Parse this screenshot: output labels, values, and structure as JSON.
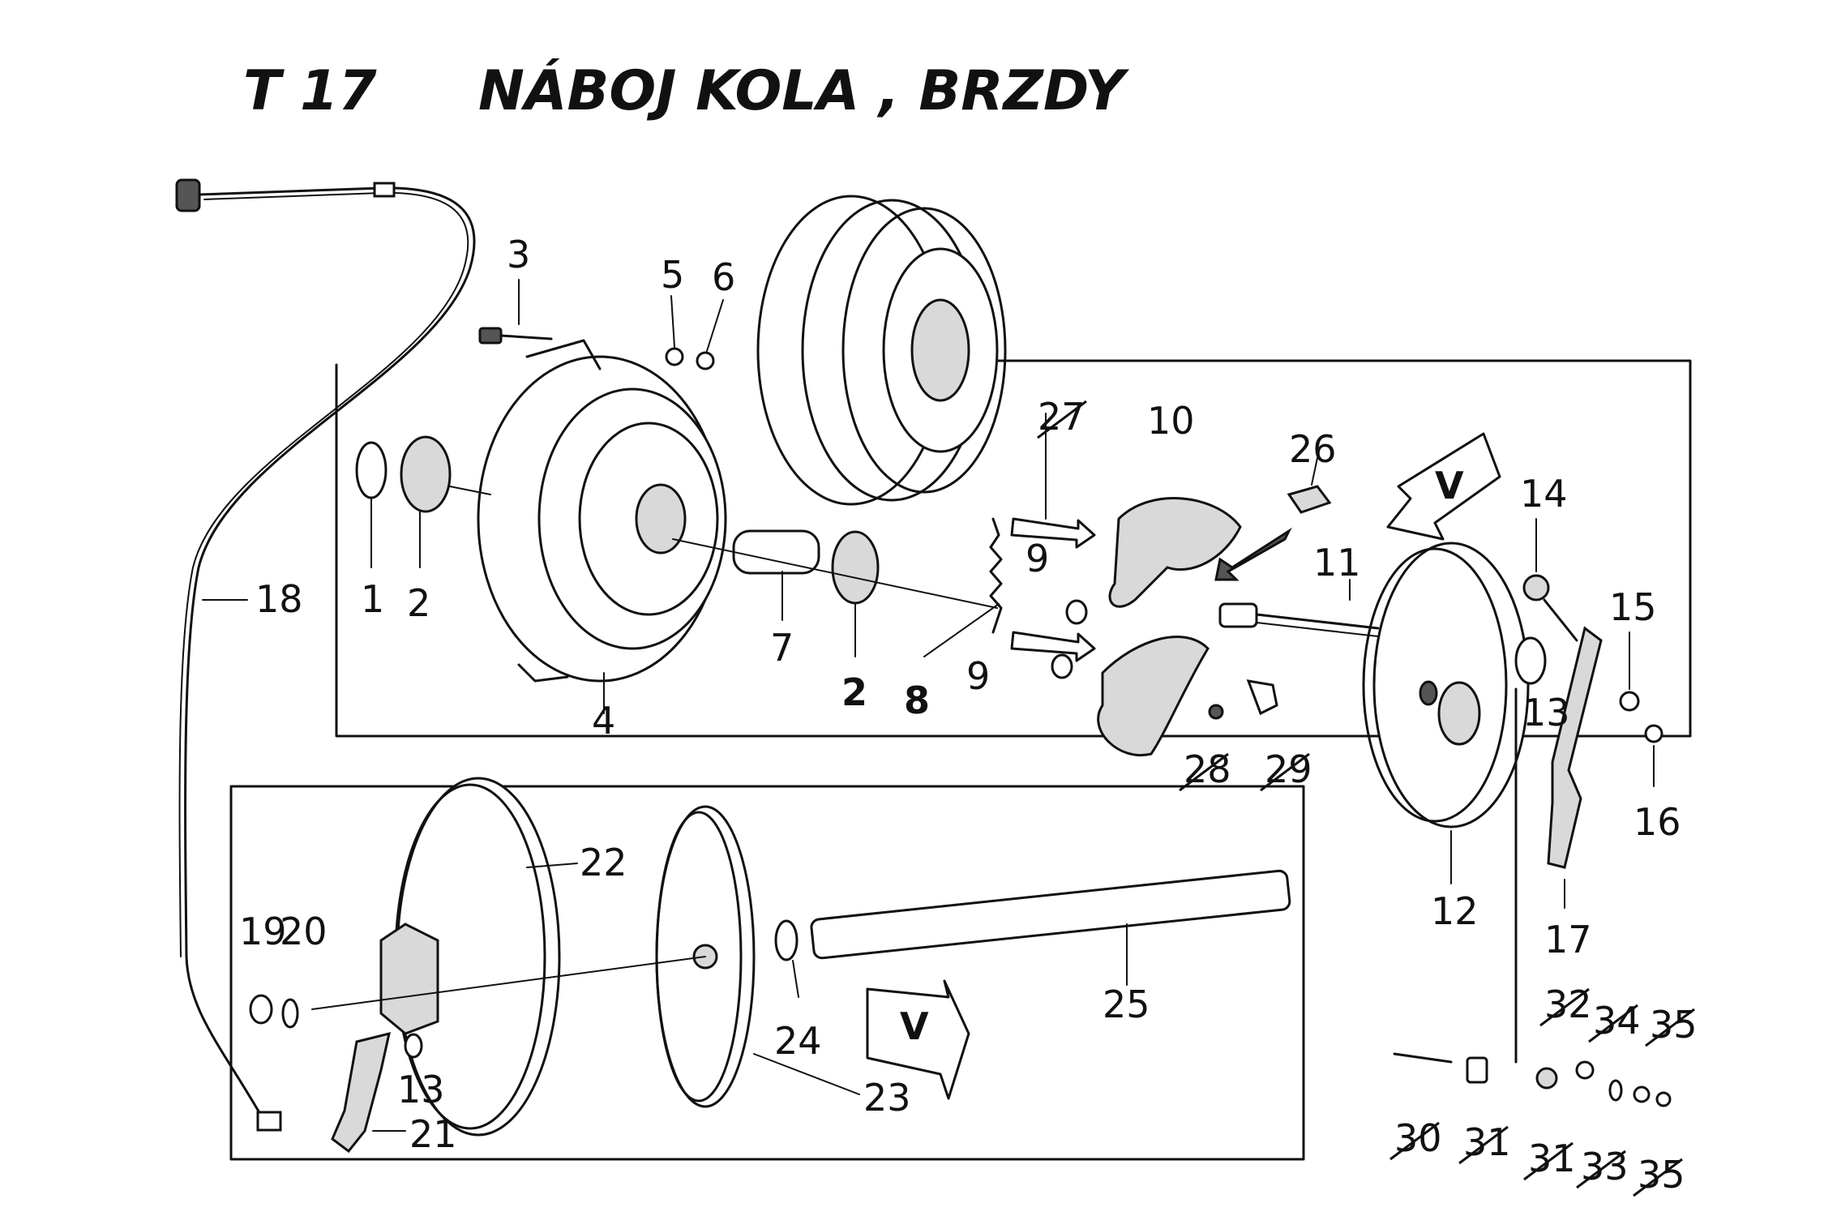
{
  "header": {
    "code": "T 17",
    "title": "NÁBOJ KOLA , BRZDY"
  },
  "labels": {
    "l1": "1",
    "l2a": "2",
    "l2b": "2",
    "l3": "3",
    "l4": "4",
    "l5": "5",
    "l6": "6",
    "l7": "7",
    "l8": "8",
    "l9a": "9",
    "l9b": "9",
    "l10": "10",
    "l11": "11",
    "l12": "12",
    "l13a": "13",
    "l13b": "13",
    "l14": "14",
    "l15": "15",
    "l16": "16",
    "l17": "17",
    "l18": "18",
    "l19": "19",
    "l20": "20",
    "l21": "21",
    "l22": "22",
    "l23": "23",
    "l24": "24",
    "l25": "25",
    "l26": "26",
    "l27": "27",
    "l28": "28",
    "l29": "29",
    "l30": "30",
    "l31": "31",
    "l32": "32",
    "l33": "33",
    "l34": "34",
    "l35a": "35",
    "l35b": "35",
    "l31b": "31",
    "arrow_v1": "V",
    "arrow_v2": "V"
  },
  "crossed_out": [
    "27",
    "28",
    "29",
    "30",
    "31",
    "32",
    "33",
    "34",
    "35"
  ],
  "colors": {
    "ink": "#111111",
    "paper": "#ffffff"
  }
}
